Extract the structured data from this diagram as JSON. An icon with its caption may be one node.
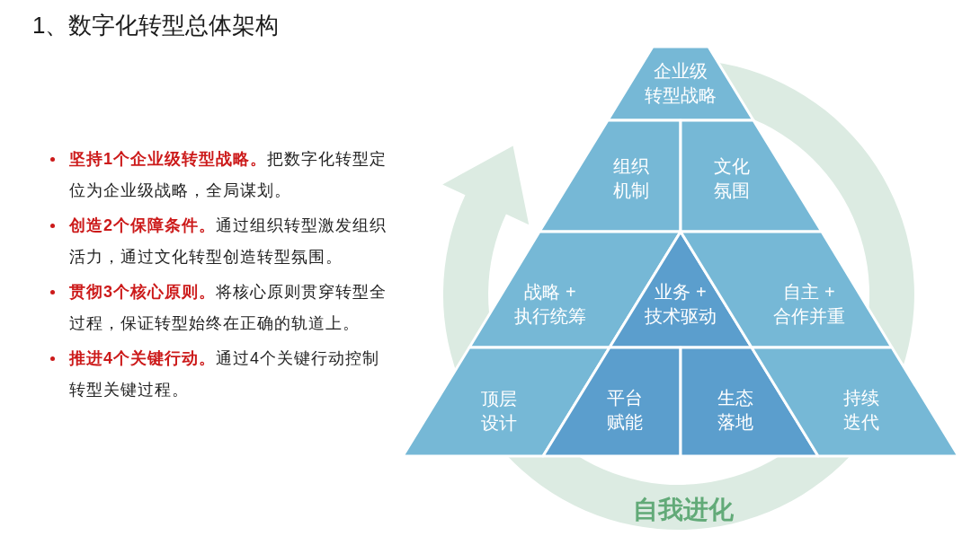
{
  "diagram": {
    "title": "1、数字化转型总体架构",
    "nodes": [
      {
        "text": [
          "企业级转型战略"
        ]
      },
      {
        "text": [
          "组织机制"
        ]
      },
      {
        "text": [
          "文化氛围"
        ]
      },
      {
        "text": [
          "战略 +执行统筹"
        ]
      },
      {
        "text": [
          "业务 +技术驱动"
        ]
      },
      {
        "text": [
          "自主 +合作并重"
        ]
      },
      {
        "text": [
          "顶层设计"
        ]
      },
      {
        "text": [
          "平台赋能"
        ]
      },
      {
        "text": [
          "生态落地"
        ]
      },
      {
        "text": [
          "持续迭代"
        ]
      }
    ],
    "labels": [
      "**坚持1个企业级转型战略。**把数字化转型定位为企业级战略，全局谋划。",
      "**创造2个保障条件。**通过组织转型激发组织活力，通过文化转型创造转型氛围。",
      "**贯彻3个核心原则。**将核心原则贯穿转型全过程，保证转型始终在正确的轨道上。",
      "**推进4个关键行动。**通过4个关键行动控制转型关键过程。",
      "自我进化"
    ]
  }
}
